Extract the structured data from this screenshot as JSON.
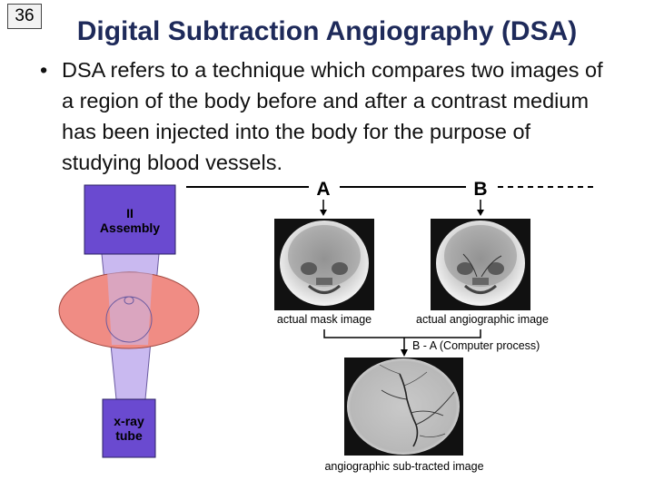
{
  "slide_number": "36",
  "title": "Digital Subtraction Angiography (DSA)",
  "bullet": "DSA refers to a technique which compares two images of a region of the body before and after a contrast medium has been injected into the body for the purpose of studying blood vessels.",
  "diagram": {
    "ii_line1": "II",
    "ii_line2": "Assembly",
    "xray_line1": "x-ray",
    "xray_line2": "tube",
    "label_a": "A",
    "label_b": "B",
    "mask_caption": "actual mask image",
    "angio_caption": "actual angiographic image",
    "process_label": "B - A (Computer process)",
    "subtracted_caption": "angiographic sub-tracted image",
    "colors": {
      "assembly": "#6a4ad0",
      "beam": "#c9b9f0",
      "body": "#f08c84"
    }
  }
}
